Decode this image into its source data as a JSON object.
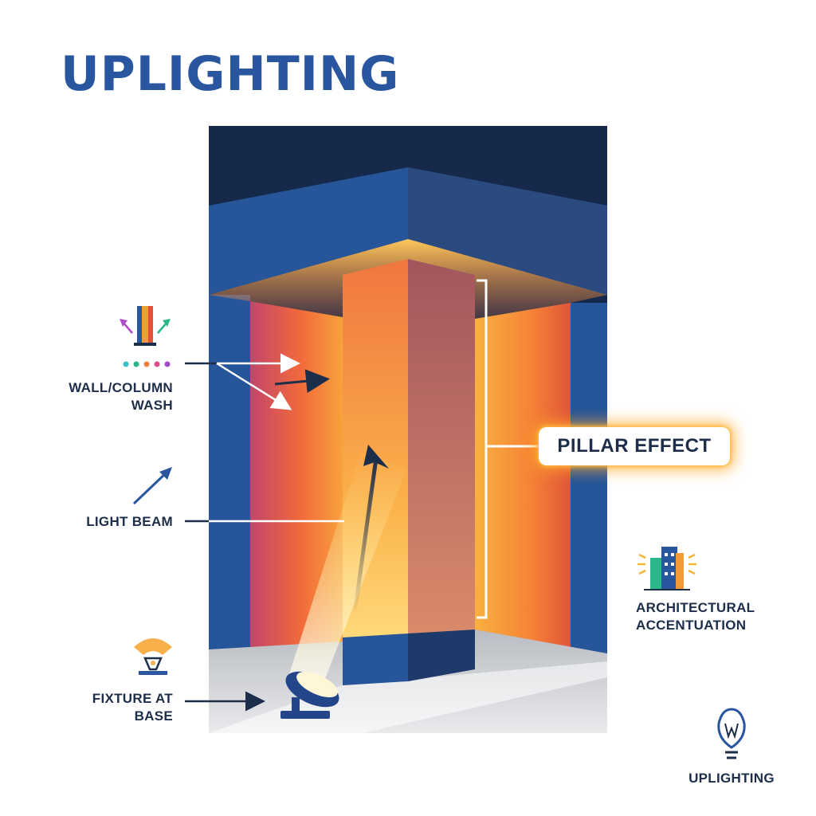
{
  "title": "UPLIGHTING",
  "labels": {
    "wall_wash": "WALL/COLUMN WASH",
    "light_beam": "LIGHT BEAM",
    "fixture": "FIXTURE AT BASE",
    "pillar": "PILLAR EFFECT",
    "architectural": "ARCHITECTURAL ACCENTUATION",
    "footer": "UPLIGHTING"
  },
  "icons": [
    "wall-wash-icon",
    "light-beam-arrow-icon",
    "fixture-icon",
    "building-icon",
    "lightbulb-icon"
  ],
  "colors": {
    "title": "#2a56a0",
    "navy": "#17294a",
    "blue": "#26559a",
    "orange": "#f57a3a",
    "glow": "#ffd36a",
    "text": "#1d2e4a"
  }
}
